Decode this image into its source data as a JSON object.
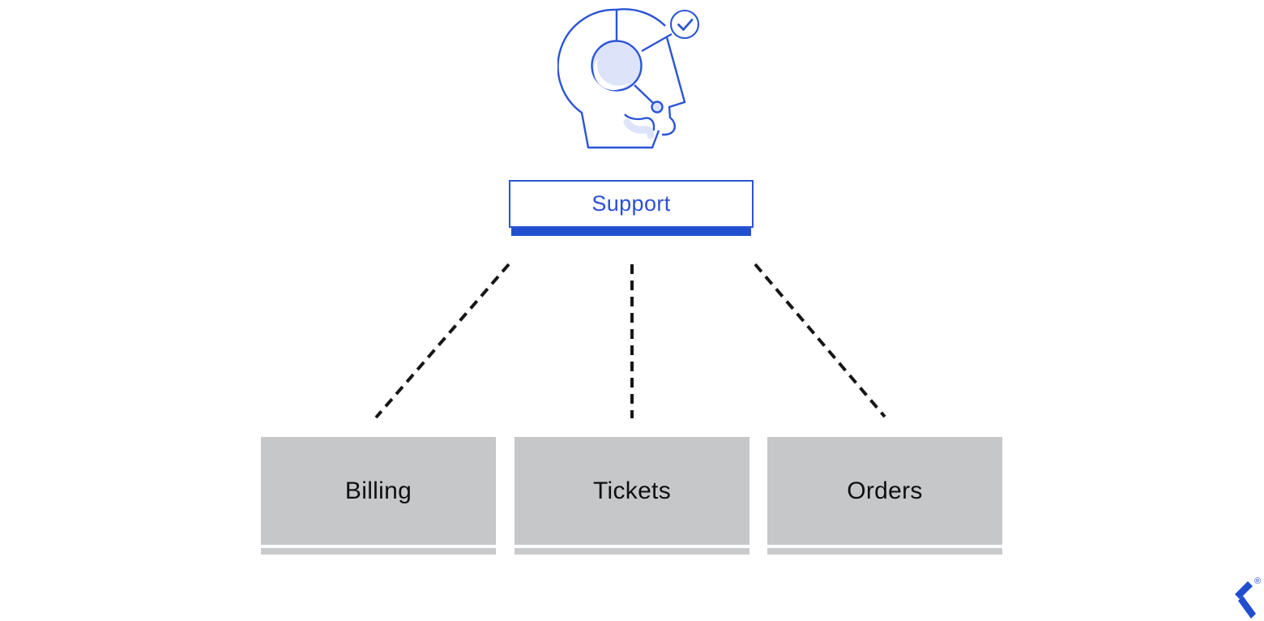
{
  "diagram": {
    "icon": {
      "name": "support-agent-headset-icon",
      "badge": "checkmark-badge-icon",
      "stroke_color": "#2b54d6",
      "fill_color": "#dde3f8"
    },
    "root": {
      "label": "Support",
      "border_color": "#2b54d6",
      "underline_color": "#2150cf",
      "text_color": "#2b50d4"
    },
    "children": [
      {
        "label": "Billing"
      },
      {
        "label": "Tickets"
      },
      {
        "label": "Orders"
      }
    ],
    "child_box_color": "#c6c7c9",
    "child_strip_color": "#c9cacc",
    "connector_style": "dashed",
    "connector_color": "#161616"
  },
  "logo": {
    "name": "toptal-logo",
    "color": "#204ecf",
    "trademark": "®"
  }
}
